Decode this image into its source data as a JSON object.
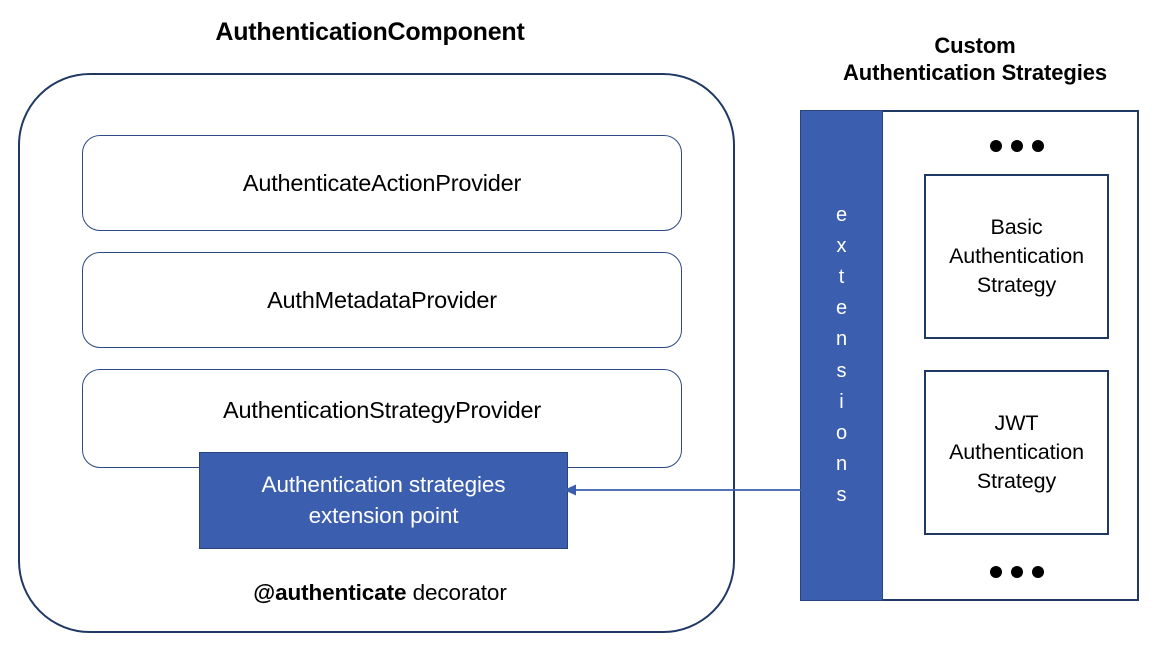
{
  "diagram": {
    "component": {
      "title": "AuthenticationComponent",
      "providers": [
        {
          "label": "AuthenticateActionProvider"
        },
        {
          "label": "AuthMetadataProvider"
        },
        {
          "label": "AuthenticationStrategyProvider"
        }
      ],
      "extension_point": {
        "label": "Authentication strategies\nextension point",
        "fill_color": "#3B5EAF",
        "text_color": "#FFFFFF"
      },
      "decorator_caption": {
        "strong": "@authenticate",
        "normal": "decorator"
      },
      "border_color": "#1F3864"
    },
    "custom": {
      "title": "Custom\nAuthentication Strategies",
      "extensions_bar": {
        "label": "e\nx\nt\ne\nn\ns\ni\no\nn\ns",
        "fill_color": "#3B5EAF",
        "text_color": "#FFFFFF"
      },
      "ellipsis_top": "•••",
      "ellipsis_bottom": "•••",
      "strategies": [
        {
          "label": "Basic\nAuthentication\nStrategy"
        },
        {
          "label": "JWT\nAuthentication\nStrategy"
        }
      ],
      "border_color": "#1F3864"
    },
    "arrow": {
      "name": "extensions-to-extension-point-arrow",
      "direction": "right-to-left",
      "color": "#3B5EAF"
    }
  }
}
